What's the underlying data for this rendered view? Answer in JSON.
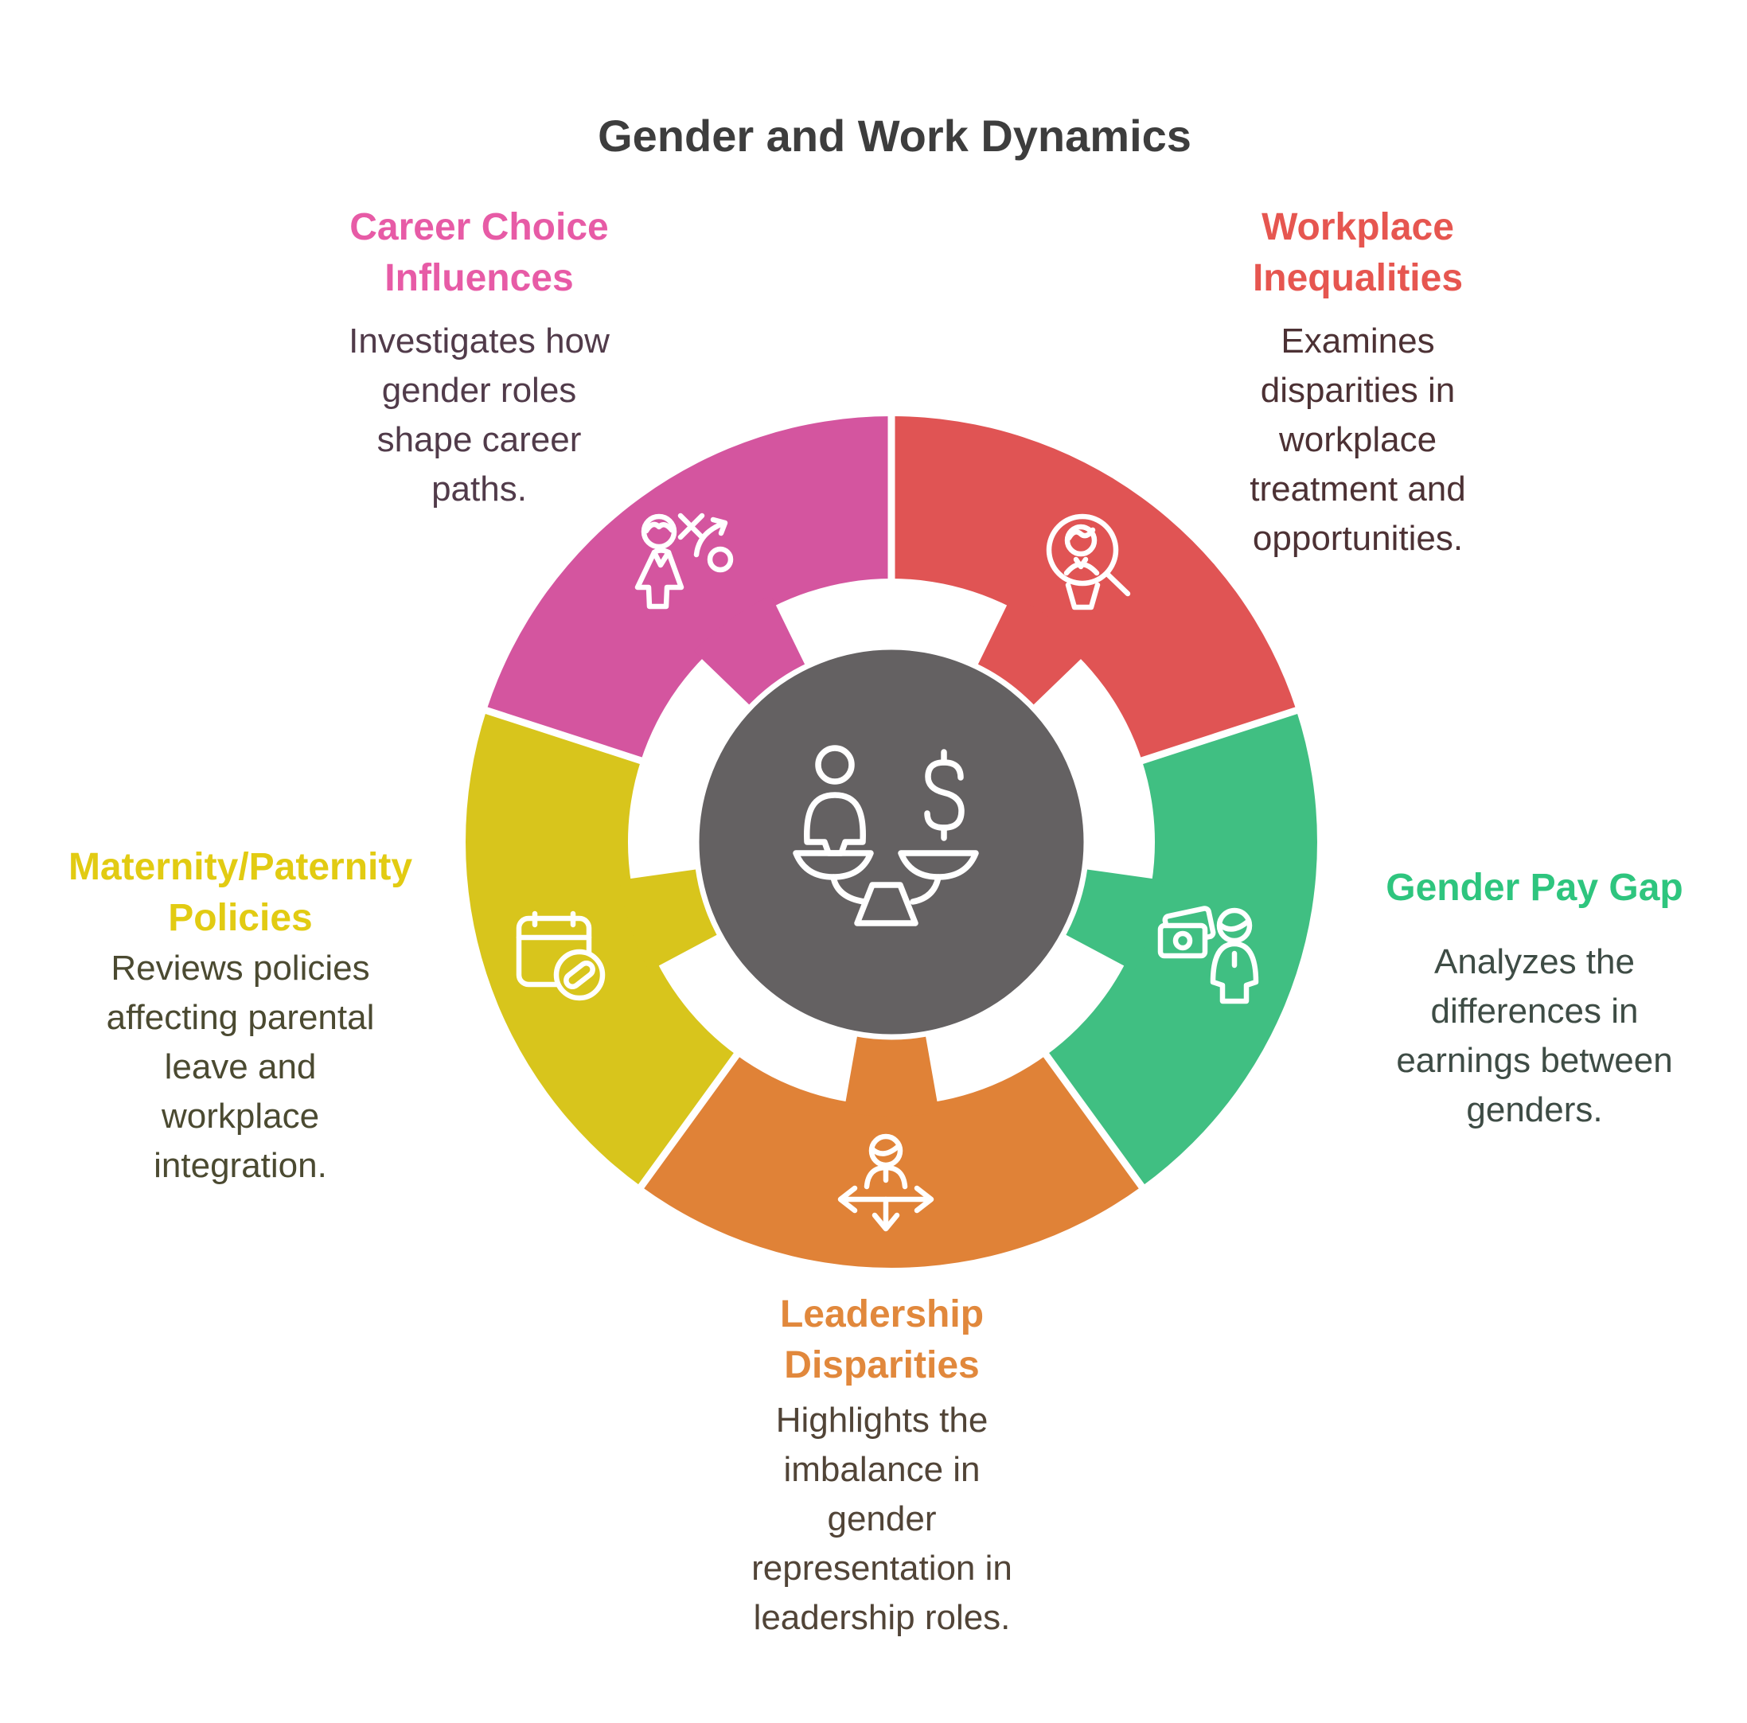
{
  "title": {
    "text": "Gender and Work Dynamics",
    "color": "#3d3d3d"
  },
  "center": {
    "icon": "balance-scale-person-vs-money-icon",
    "color": "#646162",
    "icon_color": "#ffffff"
  },
  "wheel": {
    "separator_color": "#ffffff",
    "segments": [
      {
        "key": "career",
        "label": "Career Choice Influences",
        "color": "#d4559f",
        "icon": "woman-strategy-path-icon"
      },
      {
        "key": "workplace",
        "label": "Workplace Inequalities",
        "color": "#e05454",
        "icon": "person-magnifier-icon"
      },
      {
        "key": "paygap",
        "label": "Gender Pay Gap",
        "color": "#40bf82",
        "icon": "banknotes-person-icon"
      },
      {
        "key": "leadership",
        "label": "Leadership Disparities",
        "color": "#e08237",
        "icon": "person-direction-arrows-icon"
      },
      {
        "key": "maternity",
        "label": "Maternity/Paternity Policies",
        "color": "#d8c51c",
        "icon": "calendar-attachment-icon"
      }
    ]
  },
  "blocks": {
    "career": {
      "heading": "Career Choice\nInfluences",
      "heading_color": "#e75ba6",
      "description": "Investigates how\ngender roles\nshape career\npaths.",
      "description_color": "#513b4a"
    },
    "workplace": {
      "heading": "Workplace\nInequalities",
      "heading_color": "#e65650",
      "description": "Examines\ndisparities in\nworkplace\ntreatment and\nopportunities.",
      "description_color": "#4c3134"
    },
    "paygap": {
      "heading": "Gender Pay Gap",
      "heading_color": "#2ec57e",
      "description": "Analyzes the\ndifferences in\nearnings between\ngenders.",
      "description_color": "#3e4c45"
    },
    "maternity": {
      "heading": "Maternity/Paternity\nPolicies",
      "heading_color": "#e2cb12",
      "description": "Reviews policies\naffecting parental\nleave and\nworkplace\nintegration.",
      "description_color": "#4b4a31"
    },
    "leadership": {
      "heading": "Leadership\nDisparities",
      "heading_color": "#e1883c",
      "description": "Highlights the\nimbalance in\ngender\nrepresentation in\nleadership roles.",
      "description_color": "#514437"
    }
  }
}
